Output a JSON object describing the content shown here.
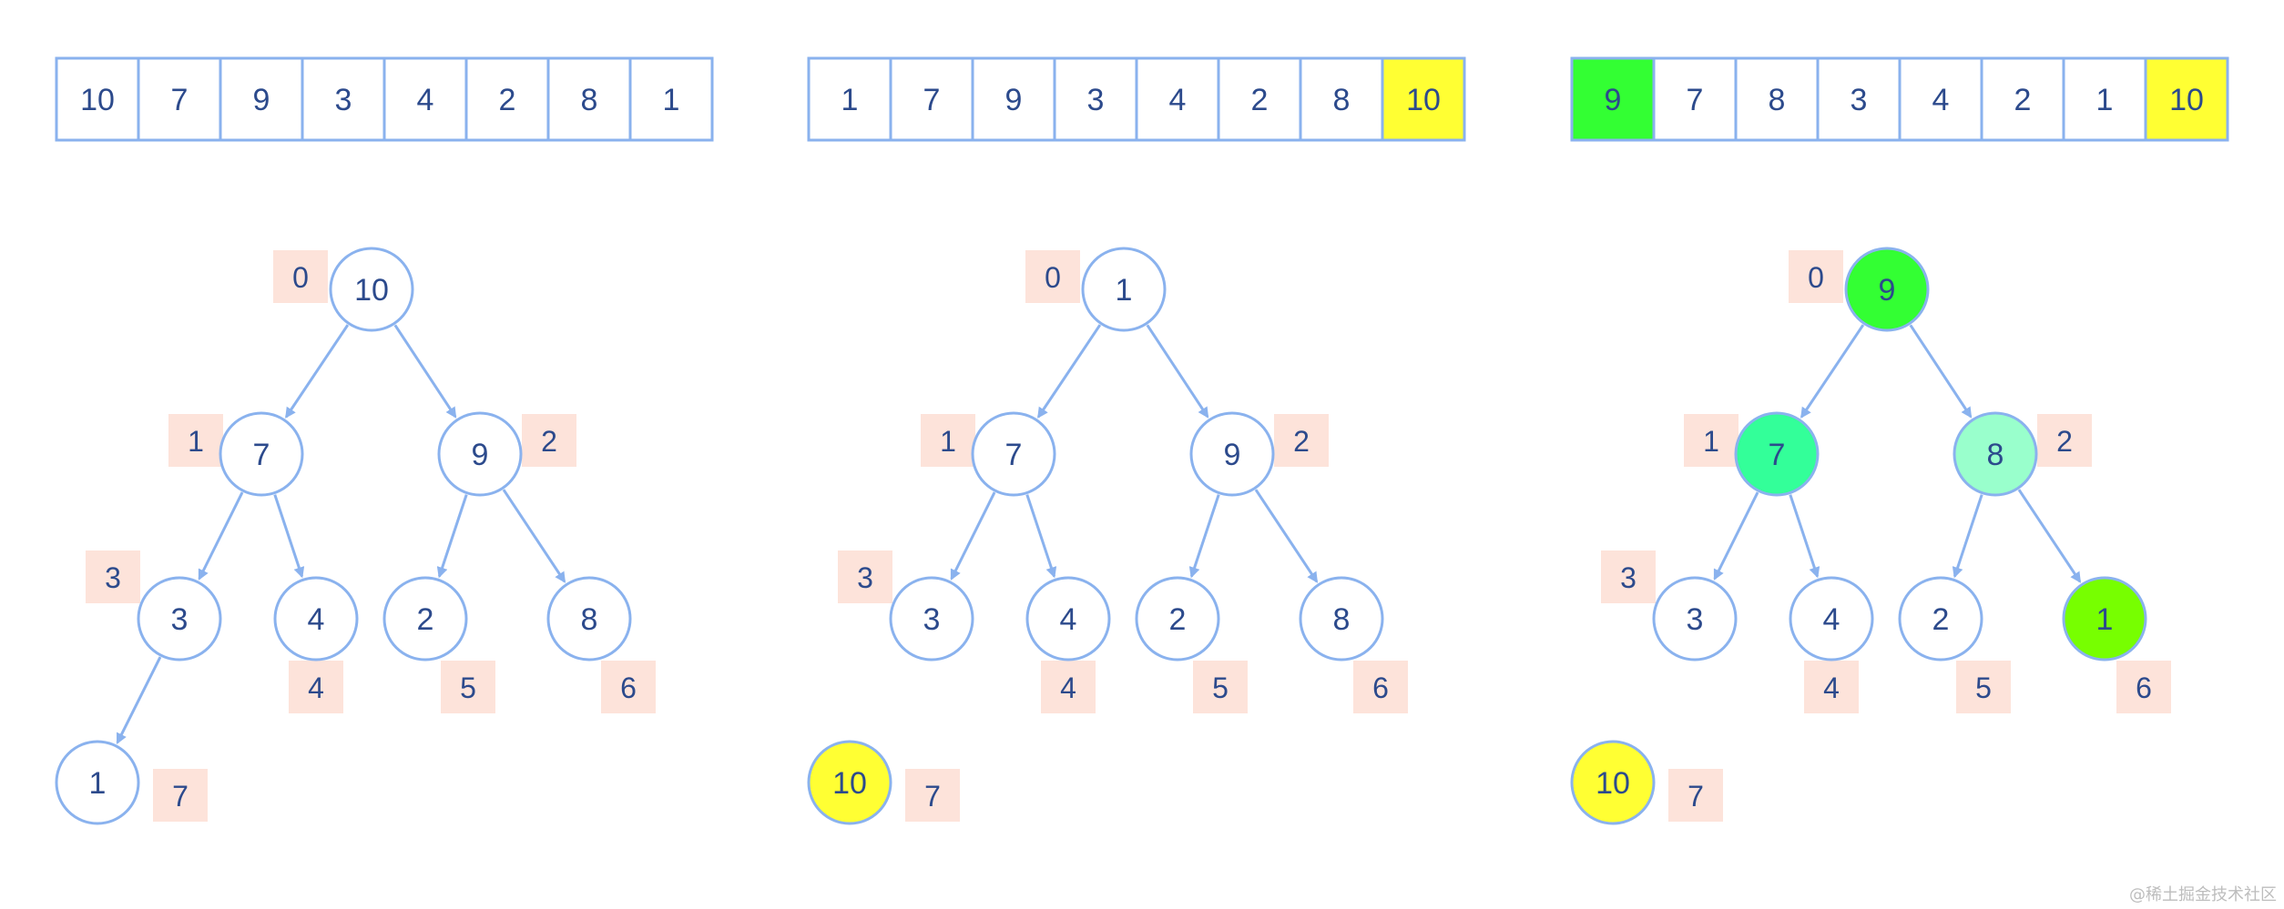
{
  "colors": {
    "stroke": "#8ab2ee",
    "text": "#2c4a8c",
    "index_box": "#fde3da",
    "white": "#ffffff",
    "yellow": "#ffff33",
    "green": "#33ff33",
    "teal": "#33ff99",
    "mint": "#99ffcc",
    "lime": "#77ff00"
  },
  "panels": [
    {
      "array": [
        {
          "v": "10",
          "fill": "white"
        },
        {
          "v": "7",
          "fill": "white"
        },
        {
          "v": "9",
          "fill": "white"
        },
        {
          "v": "3",
          "fill": "white"
        },
        {
          "v": "4",
          "fill": "white"
        },
        {
          "v": "2",
          "fill": "white"
        },
        {
          "v": "8",
          "fill": "white"
        },
        {
          "v": "1",
          "fill": "white"
        }
      ],
      "nodes": [
        {
          "v": "10",
          "idx": "0",
          "fill": "white"
        },
        {
          "v": "7",
          "idx": "1",
          "fill": "white"
        },
        {
          "v": "9",
          "idx": "2",
          "fill": "white"
        },
        {
          "v": "3",
          "idx": "3",
          "fill": "white"
        },
        {
          "v": "4",
          "idx": "4",
          "fill": "white"
        },
        {
          "v": "2",
          "idx": "5",
          "fill": "white"
        },
        {
          "v": "8",
          "idx": "6",
          "fill": "white"
        },
        {
          "v": "1",
          "idx": "7",
          "fill": "white"
        }
      ],
      "last_detached": false
    },
    {
      "array": [
        {
          "v": "1",
          "fill": "white"
        },
        {
          "v": "7",
          "fill": "white"
        },
        {
          "v": "9",
          "fill": "white"
        },
        {
          "v": "3",
          "fill": "white"
        },
        {
          "v": "4",
          "fill": "white"
        },
        {
          "v": "2",
          "fill": "white"
        },
        {
          "v": "8",
          "fill": "white"
        },
        {
          "v": "10",
          "fill": "yellow"
        }
      ],
      "nodes": [
        {
          "v": "1",
          "idx": "0",
          "fill": "white"
        },
        {
          "v": "7",
          "idx": "1",
          "fill": "white"
        },
        {
          "v": "9",
          "idx": "2",
          "fill": "white"
        },
        {
          "v": "3",
          "idx": "3",
          "fill": "white"
        },
        {
          "v": "4",
          "idx": "4",
          "fill": "white"
        },
        {
          "v": "2",
          "idx": "5",
          "fill": "white"
        },
        {
          "v": "8",
          "idx": "6",
          "fill": "white"
        },
        {
          "v": "10",
          "idx": "7",
          "fill": "yellow"
        }
      ],
      "last_detached": true
    },
    {
      "array": [
        {
          "v": "9",
          "fill": "green"
        },
        {
          "v": "7",
          "fill": "white"
        },
        {
          "v": "8",
          "fill": "white"
        },
        {
          "v": "3",
          "fill": "white"
        },
        {
          "v": "4",
          "fill": "white"
        },
        {
          "v": "2",
          "fill": "white"
        },
        {
          "v": "1",
          "fill": "white"
        },
        {
          "v": "10",
          "fill": "yellow"
        }
      ],
      "nodes": [
        {
          "v": "9",
          "idx": "0",
          "fill": "green"
        },
        {
          "v": "7",
          "idx": "1",
          "fill": "teal"
        },
        {
          "v": "8",
          "idx": "2",
          "fill": "mint"
        },
        {
          "v": "3",
          "idx": "3",
          "fill": "white"
        },
        {
          "v": "4",
          "idx": "4",
          "fill": "white"
        },
        {
          "v": "2",
          "idx": "5",
          "fill": "white"
        },
        {
          "v": "1",
          "idx": "6",
          "fill": "lime"
        },
        {
          "v": "10",
          "idx": "7",
          "fill": "yellow"
        }
      ],
      "last_detached": true
    }
  ],
  "watermark": "@稀土掘金技术社区"
}
